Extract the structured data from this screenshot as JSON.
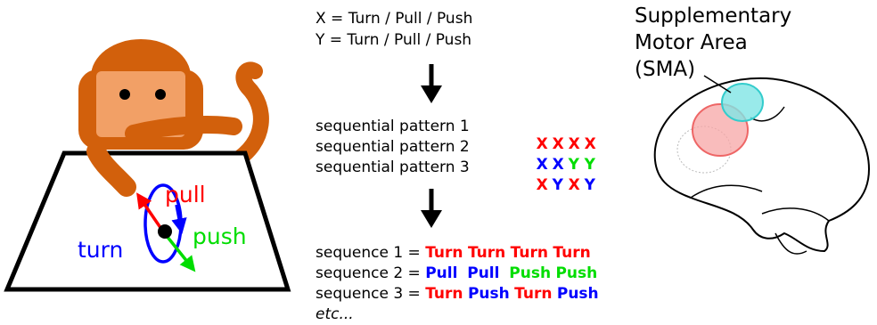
{
  "definitions": {
    "x_line": "X = Turn / Pull / Push",
    "y_line": "Y = Turn / Pull / Push"
  },
  "patterns": [
    {
      "label": "sequential pattern 1",
      "letters": [
        {
          "text": "X",
          "color": "#ff0000"
        },
        {
          "text": "X",
          "color": "#ff0000"
        },
        {
          "text": "X",
          "color": "#ff0000"
        },
        {
          "text": "X",
          "color": "#ff0000"
        }
      ]
    },
    {
      "label": "sequential pattern 2",
      "letters": [
        {
          "text": "X",
          "color": "#0000ff"
        },
        {
          "text": "X",
          "color": "#0000ff"
        },
        {
          "text": "Y",
          "color": "#00dd00"
        },
        {
          "text": "Y",
          "color": "#00dd00"
        }
      ]
    },
    {
      "label": "sequential pattern 3",
      "letters": [
        {
          "text": "X",
          "color": "#ff0000"
        },
        {
          "text": "Y",
          "color": "#0000ff"
        },
        {
          "text": "X",
          "color": "#ff0000"
        },
        {
          "text": "Y",
          "color": "#0000ff"
        }
      ]
    }
  ],
  "sequences": [
    {
      "label": "sequence 1 = ",
      "words": [
        {
          "text": "Turn",
          "color": "#ff0000"
        },
        {
          "text": "Turn",
          "color": "#ff0000"
        },
        {
          "text": "Turn",
          "color": "#ff0000"
        },
        {
          "text": "Turn",
          "color": "#ff0000"
        }
      ]
    },
    {
      "label": "sequence 2 = ",
      "words": [
        {
          "text": "Pull",
          "color": "#0000ff"
        },
        {
          "text": "Pull",
          "color": "#0000ff"
        },
        {
          "text": "Push",
          "color": "#00dd00"
        },
        {
          "text": "Push",
          "color": "#00dd00"
        }
      ]
    },
    {
      "label": "sequence 3 = ",
      "words": [
        {
          "text": "Turn",
          "color": "#ff0000"
        },
        {
          "text": "Push",
          "color": "#0000ff"
        },
        {
          "text": "Turn",
          "color": "#ff0000"
        },
        {
          "text": "Push",
          "color": "#0000ff"
        }
      ]
    }
  ],
  "etc": "etc...",
  "movement_labels": {
    "pull": "pull",
    "push": "push",
    "turn": "turn"
  },
  "brain_label": {
    "line1": "Supplementary",
    "line2": "Motor Area",
    "line3": "(SMA)"
  },
  "colors": {
    "red": "#ff0000",
    "blue": "#0000ff",
    "green": "#00dd00",
    "monkey_body": "#d2600c",
    "monkey_face": "#f2a066",
    "sma_fill": "#7fe5e5",
    "sma_stroke": "#33cccc",
    "red_region_fill": "#f7a5a5",
    "red_region_stroke": "#ee6666"
  }
}
